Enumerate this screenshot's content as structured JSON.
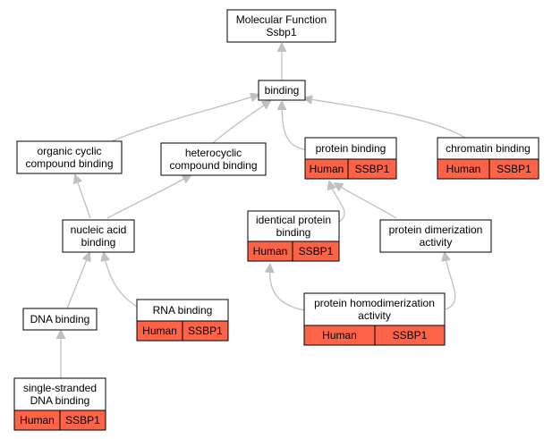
{
  "colors": {
    "annotation_fill": "#ff6347",
    "node_fill": "#ffffff",
    "edge": "#c0c0c0"
  },
  "nodes": {
    "root": {
      "line1": "Molecular Function",
      "line2": "Ssbp1"
    },
    "binding": {
      "label": "binding"
    },
    "organic_cyclic": {
      "line1": "organic cyclic",
      "line2": "compound binding"
    },
    "heterocyclic": {
      "line1": "heterocyclic",
      "line2": "compound binding"
    },
    "protein_binding": {
      "label": "protein binding",
      "species": "Human",
      "gene": "SSBP1"
    },
    "chromatin_binding": {
      "label": "chromatin binding",
      "species": "Human",
      "gene": "SSBP1"
    },
    "nucleic_acid": {
      "line1": "nucleic acid",
      "line2": "binding"
    },
    "identical_protein": {
      "line1": "identical protein",
      "line2": "binding",
      "species": "Human",
      "gene": "SSBP1"
    },
    "protein_dimerization": {
      "line1": "protein dimerization",
      "line2": "activity"
    },
    "dna_binding": {
      "label": "DNA binding"
    },
    "rna_binding": {
      "label": "RNA binding",
      "species": "Human",
      "gene": "SSBP1"
    },
    "protein_homodimerization": {
      "line1": "protein homodimerization",
      "line2": "activity",
      "species": "Human",
      "gene": "SSBP1"
    },
    "ssdna_binding": {
      "line1": "single-stranded",
      "line2": "DNA binding",
      "species": "Human",
      "gene": "SSBP1"
    }
  }
}
